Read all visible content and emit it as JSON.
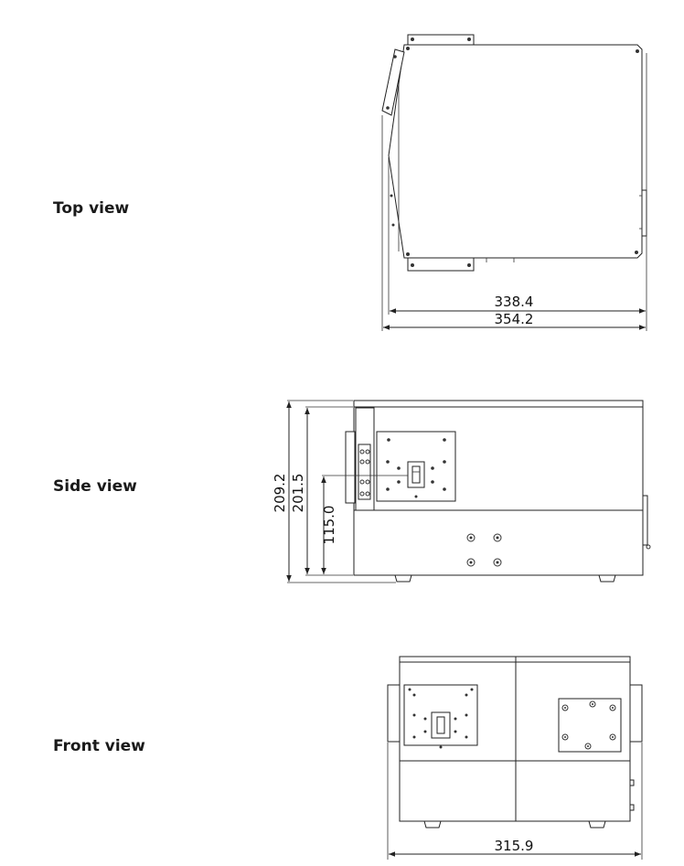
{
  "views": {
    "top": {
      "label": "Top view",
      "dimensions": [
        "338.4",
        "354.2"
      ]
    },
    "side": {
      "label": "Side view",
      "dimensions": [
        "209.2",
        "201.5",
        "115.0"
      ]
    },
    "front": {
      "label": "Front view",
      "dimensions": [
        "315.9"
      ]
    }
  },
  "colors": {
    "line": "#222222",
    "background": "#ffffff"
  }
}
